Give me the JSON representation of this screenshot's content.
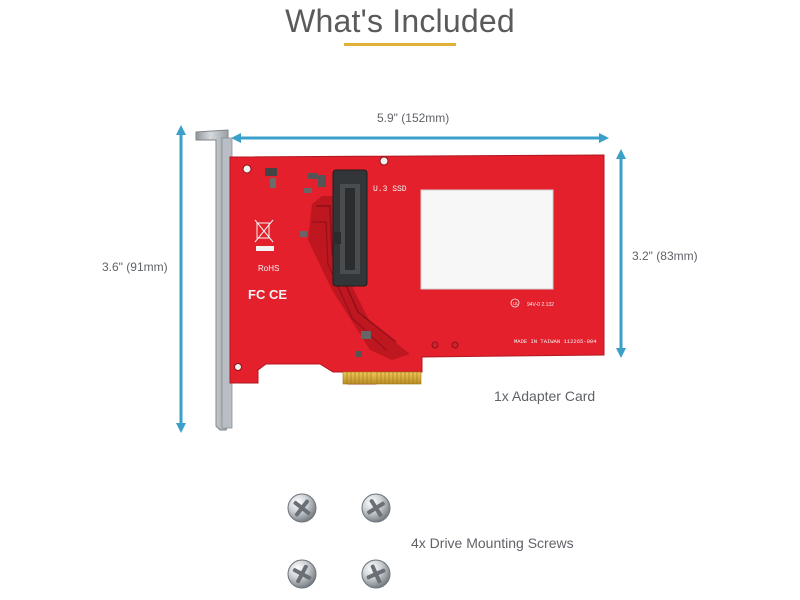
{
  "title": "What's Included",
  "colors": {
    "title_rule": "#e2b238",
    "arrow": "#3aa0c9",
    "pcb": "#e3202b",
    "bracket": "#a8adb2",
    "gold": "#d6a63a"
  },
  "dimensions": {
    "width": "5.9\" (152mm)",
    "height_left": "3.6\" (91mm)",
    "height_right": "3.2\" (83mm)"
  },
  "items": [
    {
      "label": "1x  Adapter Card"
    },
    {
      "label": "4x Drive Mounting Screws"
    }
  ],
  "card_print": {
    "connector_label": "U.3 SSD",
    "rohs": "RoHS",
    "fcc_ce": "FC CE",
    "made_in": "MADE IN TAIWAN 112265-004"
  }
}
